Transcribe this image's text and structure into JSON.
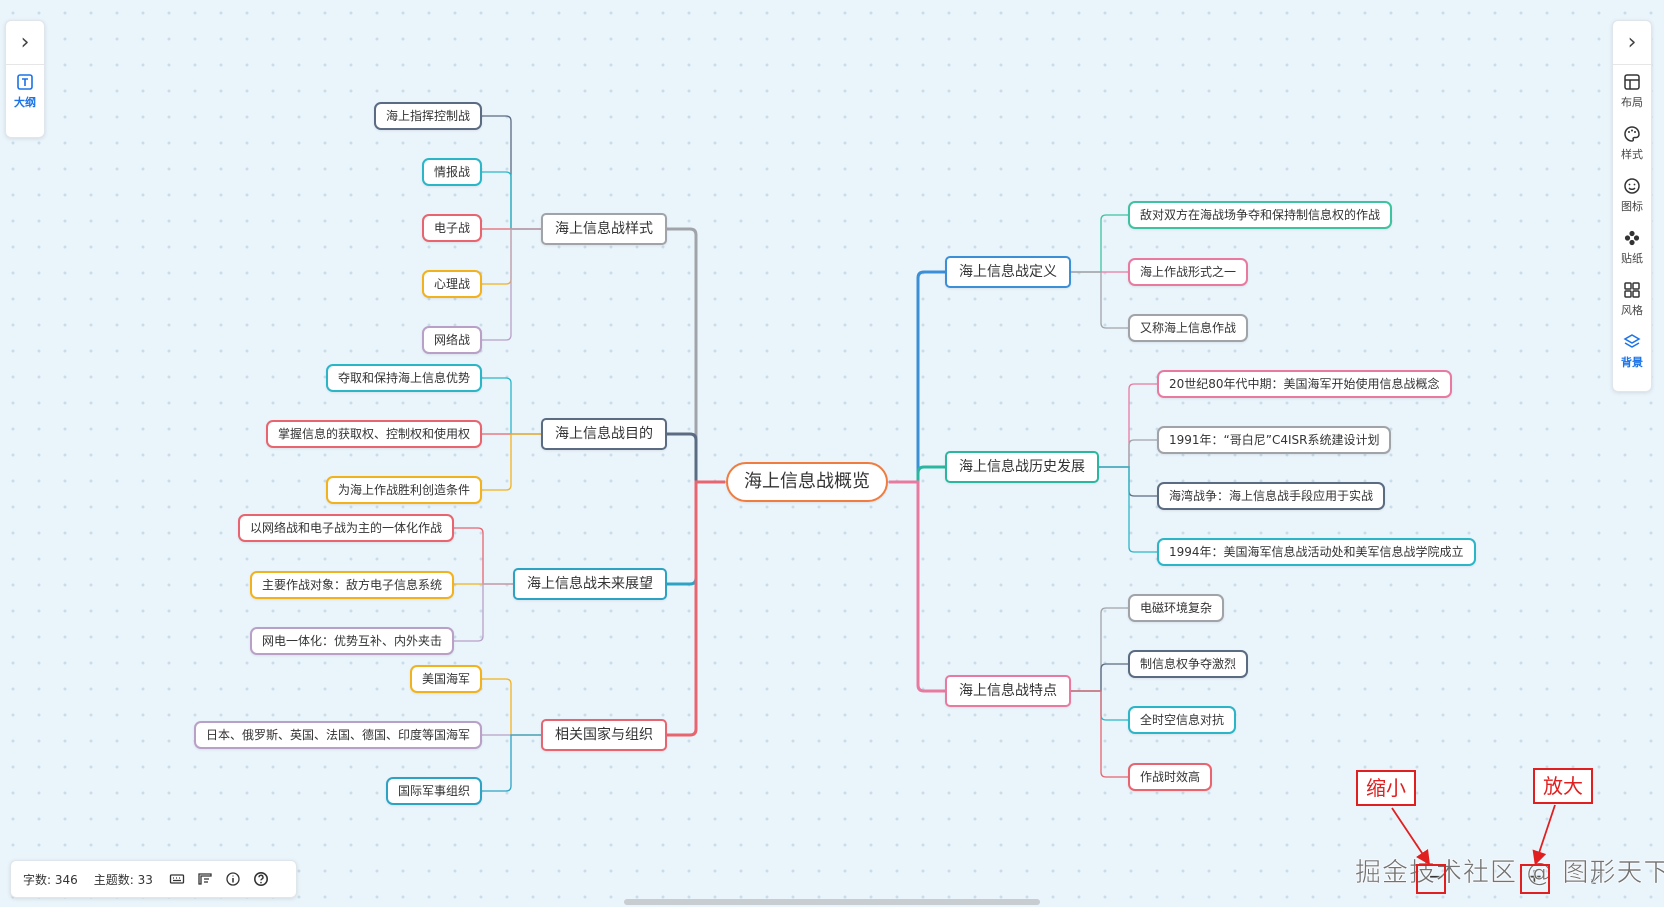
{
  "root": {
    "label": "海上信息战概览",
    "color": "#f07c3f"
  },
  "branches": [
    {
      "id": "style",
      "label": "海上信息战样式",
      "color": "#a0a4a8",
      "children": [
        {
          "label": "海上指挥控制战",
          "color": "#5a6b82"
        },
        {
          "label": "情报战",
          "color": "#2bb6c8"
        },
        {
          "label": "电子战",
          "color": "#e8646e"
        },
        {
          "label": "心理战",
          "color": "#f2b21e"
        },
        {
          "label": "网络战",
          "color": "#b9a0c7"
        }
      ]
    },
    {
      "id": "purpose",
      "label": "海上信息战目的",
      "color": "#5a6b82",
      "children": [
        {
          "label": "夺取和保持海上信息优势",
          "color": "#2bb6c8"
        },
        {
          "label": "掌握信息的获取权、控制权和使用权",
          "color": "#e8646e"
        },
        {
          "label": "为海上作战胜利创造条件",
          "color": "#f2b21e"
        }
      ]
    },
    {
      "id": "future",
      "label": "海上信息战未来展望",
      "color": "#2da3c4",
      "children": [
        {
          "label": "以网络战和电子战为主的一体化作战",
          "color": "#e8646e"
        },
        {
          "label": "主要作战对象：敌方电子信息系统",
          "color": "#f2b21e"
        },
        {
          "label": "网电一体化：优势互补、内外夹击",
          "color": "#b9a0c7"
        }
      ]
    },
    {
      "id": "orgs",
      "label": "相关国家与组织",
      "color": "#e8646e",
      "children": [
        {
          "label": "美国海军",
          "color": "#f2b21e"
        },
        {
          "label": "日本、俄罗斯、英国、法国、德国、印度等国海军",
          "color": "#b9a0c7"
        },
        {
          "label": "国际军事组织",
          "color": "#2da3c4"
        }
      ]
    },
    {
      "id": "definition",
      "label": "海上信息战定义",
      "color": "#3a8fd6",
      "children": [
        {
          "label": "敌对双方在海战场争夺和保持制信息权的作战",
          "color": "#3ec2a0"
        },
        {
          "label": "海上作战形式之一",
          "color": "#e87aa0"
        },
        {
          "label": "又称海上信息作战",
          "color": "#a0a4a8"
        }
      ]
    },
    {
      "id": "history",
      "label": "海上信息战历史发展",
      "color": "#2bb6a0",
      "children": [
        {
          "label": "20世纪80年代中期：美国海军开始使用信息战概念",
          "color": "#e87aa0"
        },
        {
          "label": "1991年：“哥白尼”C4ISR系统建设计划",
          "color": "#a0a4a8"
        },
        {
          "label": "海湾战争：海上信息战手段应用于实战",
          "color": "#5a6b82"
        },
        {
          "label": "1994年：美国海军信息战活动处和美军信息战学院成立",
          "color": "#2bb6c8"
        }
      ]
    },
    {
      "id": "features",
      "label": "海上信息战特点",
      "color": "#e87aa0",
      "children": [
        {
          "label": "电磁环境复杂",
          "color": "#a0a4a8"
        },
        {
          "label": "制信息权争夺激烈",
          "color": "#5a6b82"
        },
        {
          "label": "全时空信息对抗",
          "color": "#2bb6c8"
        },
        {
          "label": "作战时效高",
          "color": "#e8646e"
        }
      ]
    }
  ],
  "left_panel": {
    "expand_icon": "chevron-right-icon",
    "outline_label": "大纲"
  },
  "right_panel": {
    "expand_icon": "chevron-right-icon",
    "tools": [
      {
        "label": "布局",
        "icon": "layout-icon"
      },
      {
        "label": "样式",
        "icon": "palette-icon"
      },
      {
        "label": "图标",
        "icon": "smiley-icon"
      },
      {
        "label": "贴纸",
        "icon": "sticker-icon"
      },
      {
        "label": "风格",
        "icon": "theme-grid-icon"
      },
      {
        "label": "背景",
        "icon": "layers-icon"
      }
    ]
  },
  "status": {
    "word_count": "字数: 346",
    "topic_count": "主题数: 33"
  },
  "zoom": {
    "minus": "−",
    "plus": "+"
  },
  "annotations": {
    "zoom_out": "缩小",
    "zoom_in": "放大",
    "accent": "#e02020"
  },
  "watermark": "掘金技术社区 @ 图形天下"
}
